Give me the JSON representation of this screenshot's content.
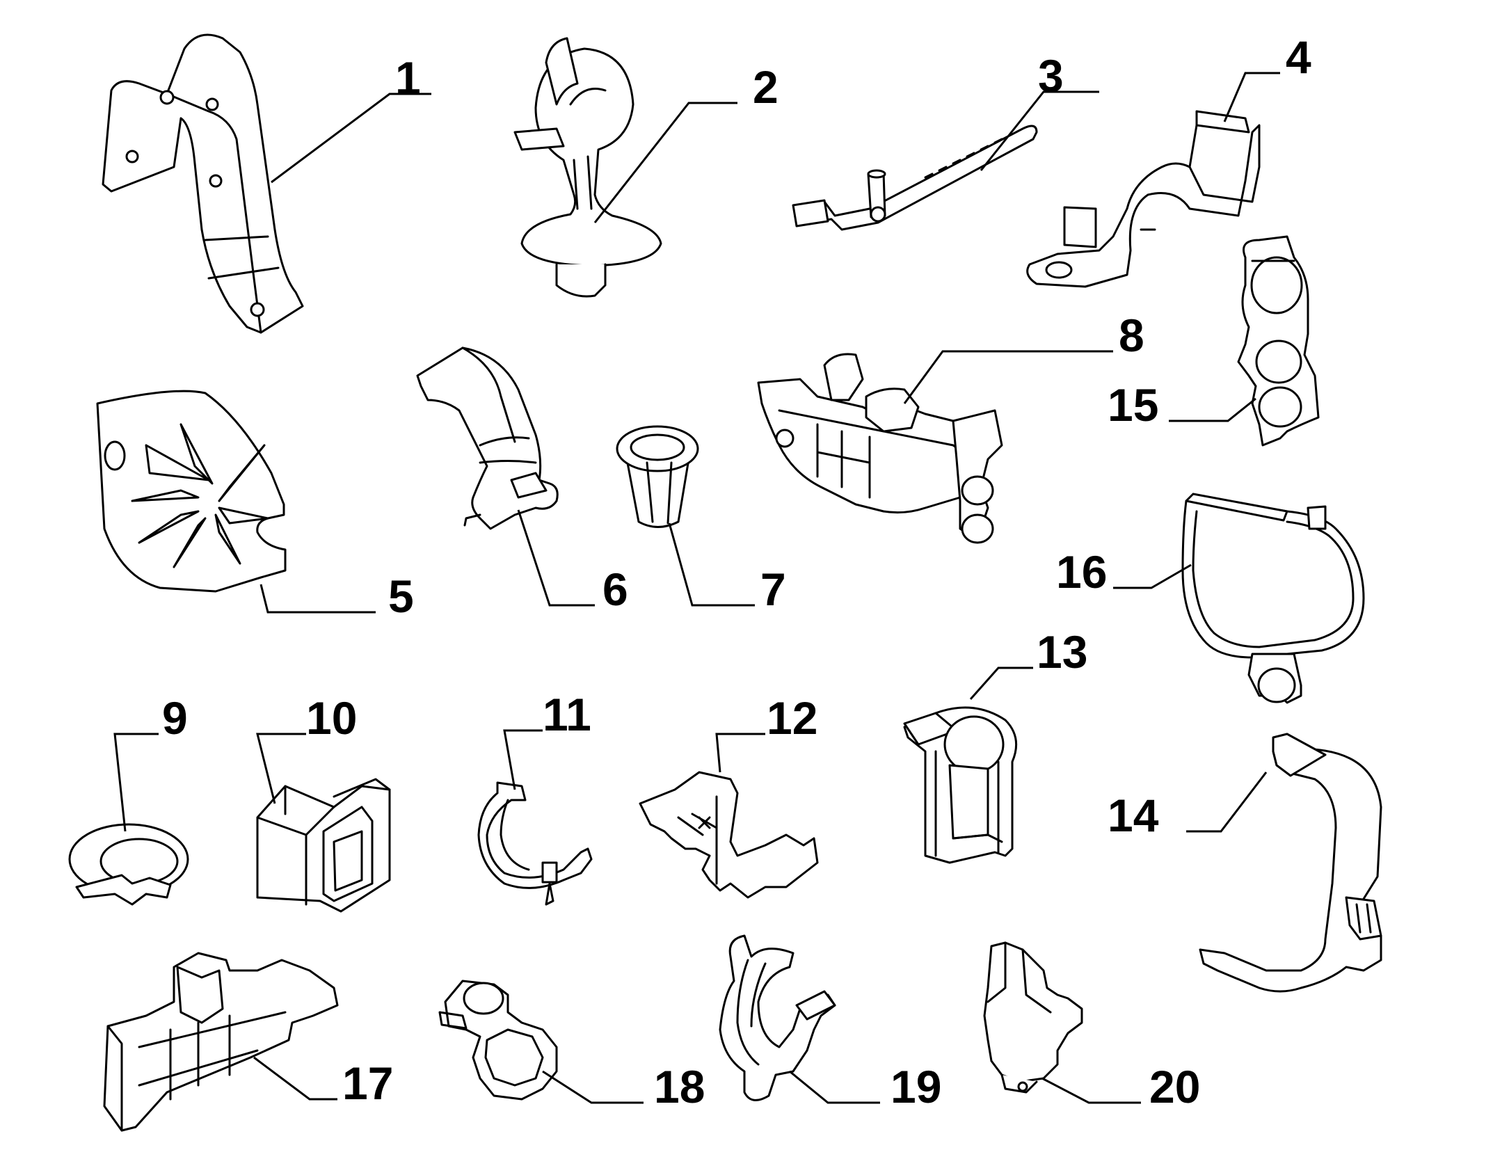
{
  "diagram": {
    "background": "#ffffff",
    "line_color": "#000000",
    "callouts": [
      {
        "id": "1",
        "label": "1"
      },
      {
        "id": "2",
        "label": "2"
      },
      {
        "id": "3",
        "label": "3"
      },
      {
        "id": "4",
        "label": "4"
      },
      {
        "id": "5",
        "label": "5"
      },
      {
        "id": "6",
        "label": "6"
      },
      {
        "id": "7",
        "label": "7"
      },
      {
        "id": "8",
        "label": "8"
      },
      {
        "id": "9",
        "label": "9"
      },
      {
        "id": "10",
        "label": "10"
      },
      {
        "id": "11",
        "label": "11"
      },
      {
        "id": "12",
        "label": "12"
      },
      {
        "id": "13",
        "label": "13"
      },
      {
        "id": "14",
        "label": "14"
      },
      {
        "id": "15",
        "label": "15"
      },
      {
        "id": "16",
        "label": "16"
      },
      {
        "id": "17",
        "label": "17"
      },
      {
        "id": "18",
        "label": "18"
      },
      {
        "id": "19",
        "label": "19"
      },
      {
        "id": "20",
        "label": "20"
      }
    ]
  }
}
